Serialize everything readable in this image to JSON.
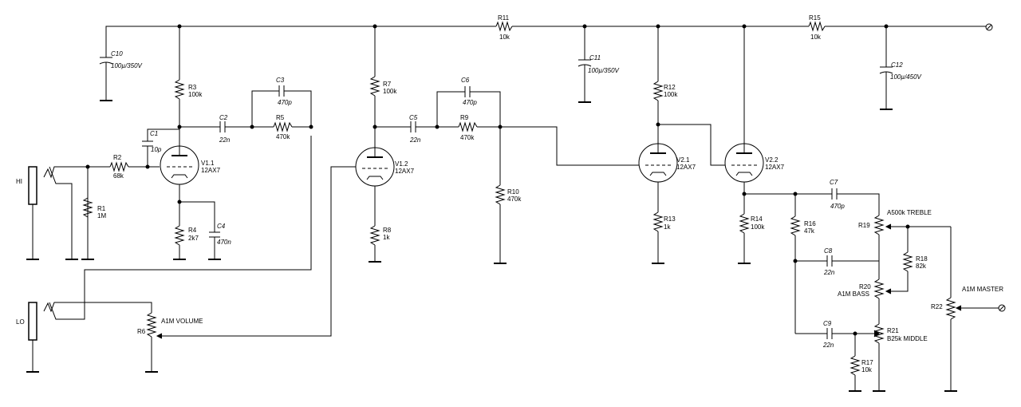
{
  "components": {
    "r1": {
      "name": "R1",
      "value": "1M"
    },
    "r2": {
      "name": "R2",
      "value": "68k"
    },
    "r3": {
      "name": "R3",
      "value": "100k"
    },
    "r4": {
      "name": "R4",
      "value": "2k7"
    },
    "r5": {
      "name": "R5",
      "value": "470k"
    },
    "r6": {
      "name": "R6",
      "value": "A1M VOLUME"
    },
    "r7": {
      "name": "R7",
      "value": "100k"
    },
    "r8": {
      "name": "R8",
      "value": "1k"
    },
    "r9": {
      "name": "R9",
      "value": "470k"
    },
    "r10": {
      "name": "R10",
      "value": "470k"
    },
    "r11": {
      "name": "R11",
      "value": "10k"
    },
    "r12": {
      "name": "R12",
      "value": "100k"
    },
    "r13": {
      "name": "R13",
      "value": "1k"
    },
    "r14": {
      "name": "R14",
      "value": "100k"
    },
    "r15": {
      "name": "R15",
      "value": "10k"
    },
    "r16": {
      "name": "R16",
      "value": "47k"
    },
    "r17": {
      "name": "R17",
      "value": "10k"
    },
    "r18": {
      "name": "R18",
      "value": "82k"
    },
    "r19": {
      "name": "R19",
      "value": "A500k TREBLE"
    },
    "r20": {
      "name": "R20",
      "value": "A1M BASS"
    },
    "r21": {
      "name": "R21",
      "value": "B25k MIDDLE"
    },
    "r22": {
      "name": "R22",
      "value": "A1M MASTER"
    },
    "c1": {
      "name": "C1",
      "value": "10p"
    },
    "c2": {
      "name": "C2",
      "value": "22n"
    },
    "c3": {
      "name": "C3",
      "value": "470p"
    },
    "c4": {
      "name": "C4",
      "value": "470n"
    },
    "c5": {
      "name": "C5",
      "value": "22n"
    },
    "c6": {
      "name": "C6",
      "value": "470p"
    },
    "c7": {
      "name": "C7",
      "value": "470p"
    },
    "c8": {
      "name": "C8",
      "value": "22n"
    },
    "c9": {
      "name": "C9",
      "value": "22n"
    },
    "c10": {
      "name": "C10",
      "value": "100µ/350V"
    },
    "c11": {
      "name": "C11",
      "value": "100µ/350V"
    },
    "c12": {
      "name": "C12",
      "value": "100µ/450V"
    },
    "v11": {
      "name": "V1.1",
      "value": "12AX7"
    },
    "v12": {
      "name": "V1.2",
      "value": "12AX7"
    },
    "v21": {
      "name": "V2.1",
      "value": "12AX7"
    },
    "v22": {
      "name": "V2.2",
      "value": "12AX7"
    }
  },
  "inputs": {
    "hi": "HI",
    "lo": "LO"
  },
  "colors": {
    "ink": "#000000",
    "background": "#ffffff"
  }
}
